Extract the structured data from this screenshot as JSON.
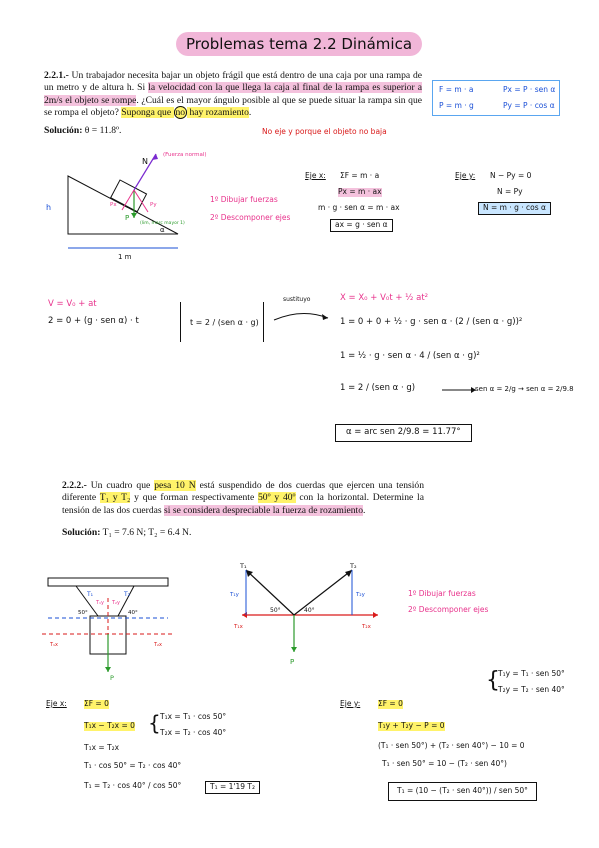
{
  "title": "Problemas tema 2.2 Dinámica",
  "problem1": {
    "number": "2.2.1.-",
    "text_a": " Un trabajador necesita bajar un objeto frágil que está dentro de una caja por una rampa de un metro y de altura h. Si ",
    "text_hl1": "la velocidad con la que llega la caja al final de la rampa es superior a 2m/s el objeto se rompe",
    "text_b": ". ¿Cuál es el mayor ángulo posible al que se puede situar la rampa sin que se rompa el objeto? ",
    "text_hl2a": "Suponga que ",
    "text_circ": "no",
    "text_hl2b": " hay rozamiento",
    "text_end": ".",
    "solution_label": "Solución:",
    "solution_value": " θ = 11.8º.",
    "note": "No eje y porque el objeto no baja",
    "formulas": [
      "F = m · a",
      "Px = P · sen α",
      "P = m · g",
      "Py = P · cos α"
    ],
    "diagram": {
      "normal": "N",
      "normal_note": "(Fuerza normal)",
      "h": "h",
      "alpha": "α",
      "base": "1 m",
      "weight": "P",
      "px": "Px",
      "py": "Py",
      "perp_note": "(lim, marc mayor 1)",
      "step1": "1º Dibujar fuerzas",
      "step2": "2º Descomponer ejes"
    },
    "eje_x": {
      "label": "Eje x:",
      "l1": "ΣF = m · a",
      "l2": "Px = m · ax",
      "l3": "m · g · sen α = m · ax",
      "l4": "ax = g · sen α"
    },
    "eje_y": {
      "label": "Eje y:",
      "l1": "N − Py = 0",
      "l2": "N = Py",
      "l3": "N = m · g · cos α"
    },
    "kin": {
      "v_eq": "V = V₀ + at",
      "v_sub": "2 = 0 + (g · sen α) · t",
      "t_box": "t = 2 / (sen α · g)",
      "arrow_label": "sustituyo",
      "x_eq": "X = X₀ + V₀t + ½ at²",
      "x_sub": "1 = 0 + 0 + ½ · g · sen α · (2 / (sen α · g))²",
      "x_simp": "1 = ½ · g · sen α · 4 / (sen α · g)²",
      "x_res": "1 = 2 / (sen α · g)",
      "sin_res": "sen α = 2/g → sen α = 2/9.8",
      "final": "α = arc sen 2/9.8 = 11.77°"
    }
  },
  "problem2": {
    "number": "2.2.2.-",
    "text_a": " Un cuadro que ",
    "text_hl1": "pesa 10 N",
    "text_b": " está suspendido de dos cuerdas que ejercen una tensión diferente ",
    "text_hl2": "T₁ y T₂",
    "text_c": " y que forman respectivamente ",
    "text_hl3": "50º y 40º",
    "text_d": " con la horizontal. Determine la tensión de las dos cuerdas ",
    "text_hl4": "si se considera despreciable la fuerza de rozamiento",
    "text_end": ".",
    "solution_label": "Solución:",
    "solution_value": " T₁ = 7.6 N; T₂ = 6.4 N.",
    "diagram": {
      "t1": "T₁",
      "t2": "T₂",
      "a50": "50°",
      "a40": "40°",
      "t1y": "T₁y",
      "t2y": "T₂y",
      "t1x": "T₁x",
      "t2x": "T₂x",
      "p": "P",
      "step1": "1º Dibujar fuerzas",
      "step2": "2º Descomponer ejes"
    },
    "eje_x": {
      "label": "Eje x:",
      "l0": "ΣF = 0",
      "l1": "T₁x − T₂x = 0",
      "b1": "T₁x = T₁ · cos 50°",
      "b2": "T₂x = T₂ · cos 40°",
      "l2": "T₁x = T₂x",
      "l3": "T₁ · cos 50° = T₂ · cos 40°",
      "l4": "T₁ = T₂ · cos 40° / cos 50°",
      "res": "T₁ = 1'19 T₂"
    },
    "eje_y": {
      "label": "Eje y:",
      "l0": "ΣF = 0",
      "b1": "T₁y = T₁ · sen 50°",
      "b2": "T₂y = T₂ · sen 40°",
      "l1": "T₁y + T₂y − P = 0",
      "l2": "(T₁ · sen 50°) + (T₂ · sen 40°) − 10 = 0",
      "l3": "T₁ · sen 50° = 10 − (T₂ · sen 40°)",
      "res": "T₁ = (10 − (T₂ · sen 40°)) / sen 50°"
    }
  },
  "colors": {
    "pink": "#f4c2dd",
    "yellow": "#fff36a",
    "green": "#b9f3a8",
    "red": "#d91a1a",
    "blue": "#1a4fd6",
    "magenta": "#e8338c"
  }
}
